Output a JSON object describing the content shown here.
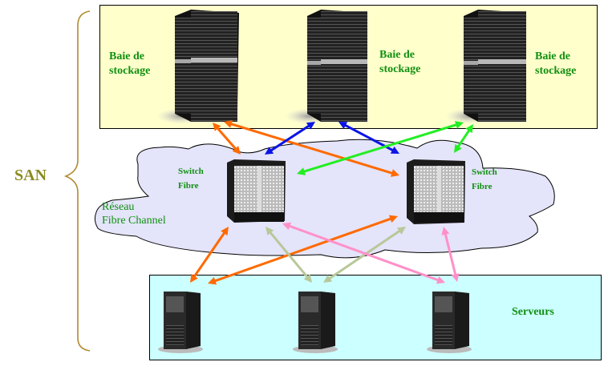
{
  "title": "SAN architecture diagram",
  "colors": {
    "storage_panel": "#ffffcc",
    "server_panel": "#ccffff",
    "cloud_fill": "#e4e4fa",
    "label_green": "#109010",
    "san_label": "#8a8a20",
    "brace": "#b08a30",
    "arrow_orange": "#ff6a00",
    "arrow_blue": "#0a14e6",
    "arrow_green": "#22ee22",
    "arrow_olive": "#b8c898",
    "arrow_pink": "#ff90c8"
  },
  "san": {
    "label": "SAN"
  },
  "storage": {
    "arrays": [
      {
        "label_line1": "Baie de",
        "label_line2": "stockage"
      },
      {
        "label_line1": "Baie de",
        "label_line2": "stockage"
      },
      {
        "label_line1": "Baie de",
        "label_line2": "stockage"
      }
    ]
  },
  "network": {
    "label_line1": "Réseau",
    "label_line2": "Fibre Channel",
    "switches": [
      {
        "label_line1": "Switch",
        "label_line2": "Fibre"
      },
      {
        "label_line1": "Switch",
        "label_line2": "Fibre"
      }
    ]
  },
  "servers": {
    "label": "Serveurs",
    "count": 3
  },
  "links": [
    {
      "from": "storage-1",
      "to": "switch-1",
      "color": "arrow_orange"
    },
    {
      "from": "storage-1",
      "to": "switch-2",
      "color": "arrow_orange"
    },
    {
      "from": "storage-2",
      "to": "switch-1",
      "color": "arrow_blue"
    },
    {
      "from": "storage-2",
      "to": "switch-2",
      "color": "arrow_blue"
    },
    {
      "from": "storage-3",
      "to": "switch-1",
      "color": "arrow_green"
    },
    {
      "from": "storage-3",
      "to": "switch-2",
      "color": "arrow_green"
    },
    {
      "from": "switch-1",
      "to": "server-1",
      "color": "arrow_orange"
    },
    {
      "from": "switch-2",
      "to": "server-1",
      "color": "arrow_orange"
    },
    {
      "from": "switch-1",
      "to": "server-2",
      "color": "arrow_olive"
    },
    {
      "from": "switch-2",
      "to": "server-2",
      "color": "arrow_olive"
    },
    {
      "from": "switch-1",
      "to": "server-3",
      "color": "arrow_pink"
    },
    {
      "from": "switch-2",
      "to": "server-3",
      "color": "arrow_pink"
    }
  ]
}
